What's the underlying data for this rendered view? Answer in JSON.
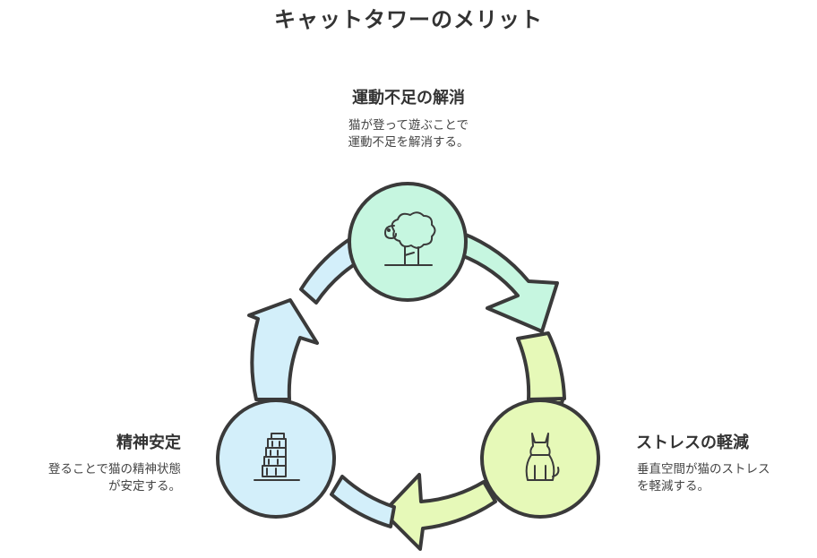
{
  "title": "キャットタワーのメリット",
  "nodes": {
    "top": {
      "heading": "運動不足の解消",
      "description": [
        "猫が登って遊ぶことで",
        "運動不足を解消する。"
      ],
      "icon": "sheep-icon",
      "color": "#c6f6e0"
    },
    "right": {
      "heading": "ストレスの軽減",
      "description": [
        "垂直空間が猫のストレス",
        "を軽減する。"
      ],
      "icon": "cat-icon",
      "color": "#e6f9b8"
    },
    "left": {
      "heading": "精神安定",
      "description": [
        "登ることで猫の精神状態",
        "が安定する。"
      ],
      "icon": "tower-icon",
      "color": "#d3effa"
    }
  },
  "colors": {
    "outline": "#3a3a3a",
    "arrow_top_to_right": "#c6f6e0",
    "arrow_right_to_left": "#e6f9b8",
    "arrow_left_to_top": "#d3effa"
  }
}
